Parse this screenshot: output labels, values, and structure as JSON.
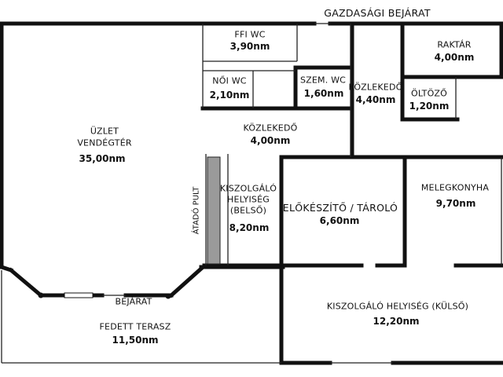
{
  "entrances": {
    "service": "GAZDASÁGI BEJÁRAT",
    "main": "BEJÁRAT"
  },
  "counter": "ÁTADÓ PULT",
  "rooms": {
    "ffi_wc": {
      "name": "FFI WC",
      "area": "3,90nm"
    },
    "noi_wc": {
      "name": "NŐI WC",
      "area": "2,10nm"
    },
    "szem_wc": {
      "name": "SZEM. WC",
      "area": "1,60nm"
    },
    "kozlekedo_1": {
      "name": "KÖZLEKEDŐ",
      "area": "4,40nm"
    },
    "raktar": {
      "name": "RAKTÁR",
      "area": "4,00nm"
    },
    "oltozo": {
      "name": "ÖLTÖZŐ",
      "area": "1,20nm"
    },
    "uzlet": {
      "name1": "ÜZLET",
      "name2": "VENDÉGTÉR",
      "area": "35,00nm"
    },
    "kozlekedo_2": {
      "name": "KÖZLEKEDŐ",
      "area": "4,00nm"
    },
    "kiszolgalo_belso": {
      "name1": "KISZOLGÁLÓ",
      "name2": "HELYISÉG",
      "name3": "(BELSŐ)",
      "area": "8,20nm"
    },
    "elokeszito": {
      "name": "ELŐKÉSZÍTŐ / TÁROLÓ",
      "area": "6,60nm"
    },
    "melegkonyha": {
      "name": "MELEGKONYHA",
      "area": "9,70nm"
    },
    "kiszolgalo_kulso": {
      "name": "KISZOLGÁLÓ HELYISÉG (KÜLSŐ)",
      "area": "12,20nm"
    },
    "terasz": {
      "name": "FEDETT TERASZ",
      "area": "11,50nm"
    }
  },
  "colors": {
    "wall": "#111111",
    "thin_wall": "#222222",
    "counter_fill": "#9a9a9a"
  }
}
